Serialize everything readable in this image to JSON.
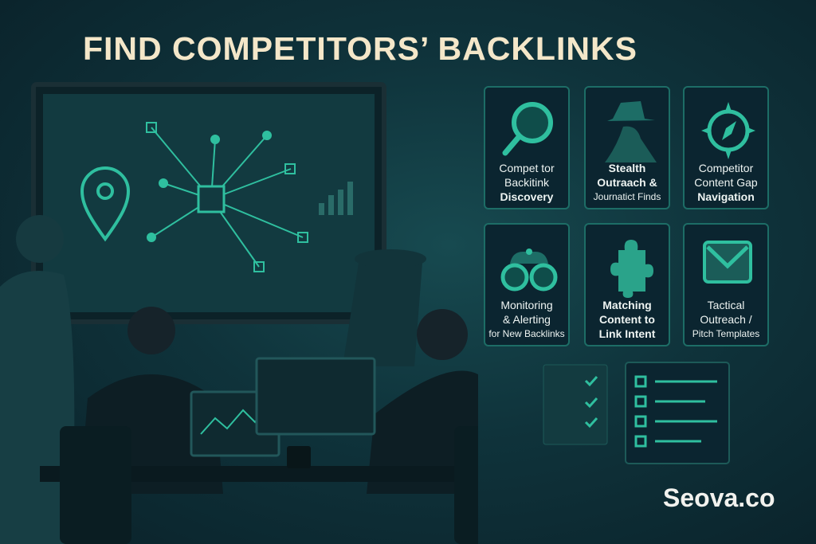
{
  "title": "FIND COMPETITORS’ BACKLINKS",
  "cards": [
    {
      "icon": "magnifier-icon",
      "lines": [
        "Compet tor",
        "Backitink",
        "Discovery"
      ]
    },
    {
      "icon": "spy-hat-icon",
      "lines": [
        "Stealth",
        "Outraach &",
        "Journatict Finds"
      ]
    },
    {
      "icon": "compass-icon",
      "lines": [
        "Competitor",
        "Content Gap",
        "Navigation"
      ]
    },
    {
      "icon": "binoculars-icon",
      "lines": [
        "Monitoring",
        "& Alerting",
        "for New Backlinks"
      ]
    },
    {
      "icon": "puzzle-icon",
      "lines": [
        "Matching",
        "Content to",
        "Link Intent"
      ]
    },
    {
      "icon": "envelope-icon",
      "lines": [
        "Tactical",
        "Outreach /",
        "Pitch Templates"
      ]
    }
  ],
  "brand": "Seova.co",
  "colors": {
    "accent": "#2fbf9f",
    "title": "#f4e7c9",
    "card_border": "#1d6d66",
    "background": "#0f333b"
  }
}
